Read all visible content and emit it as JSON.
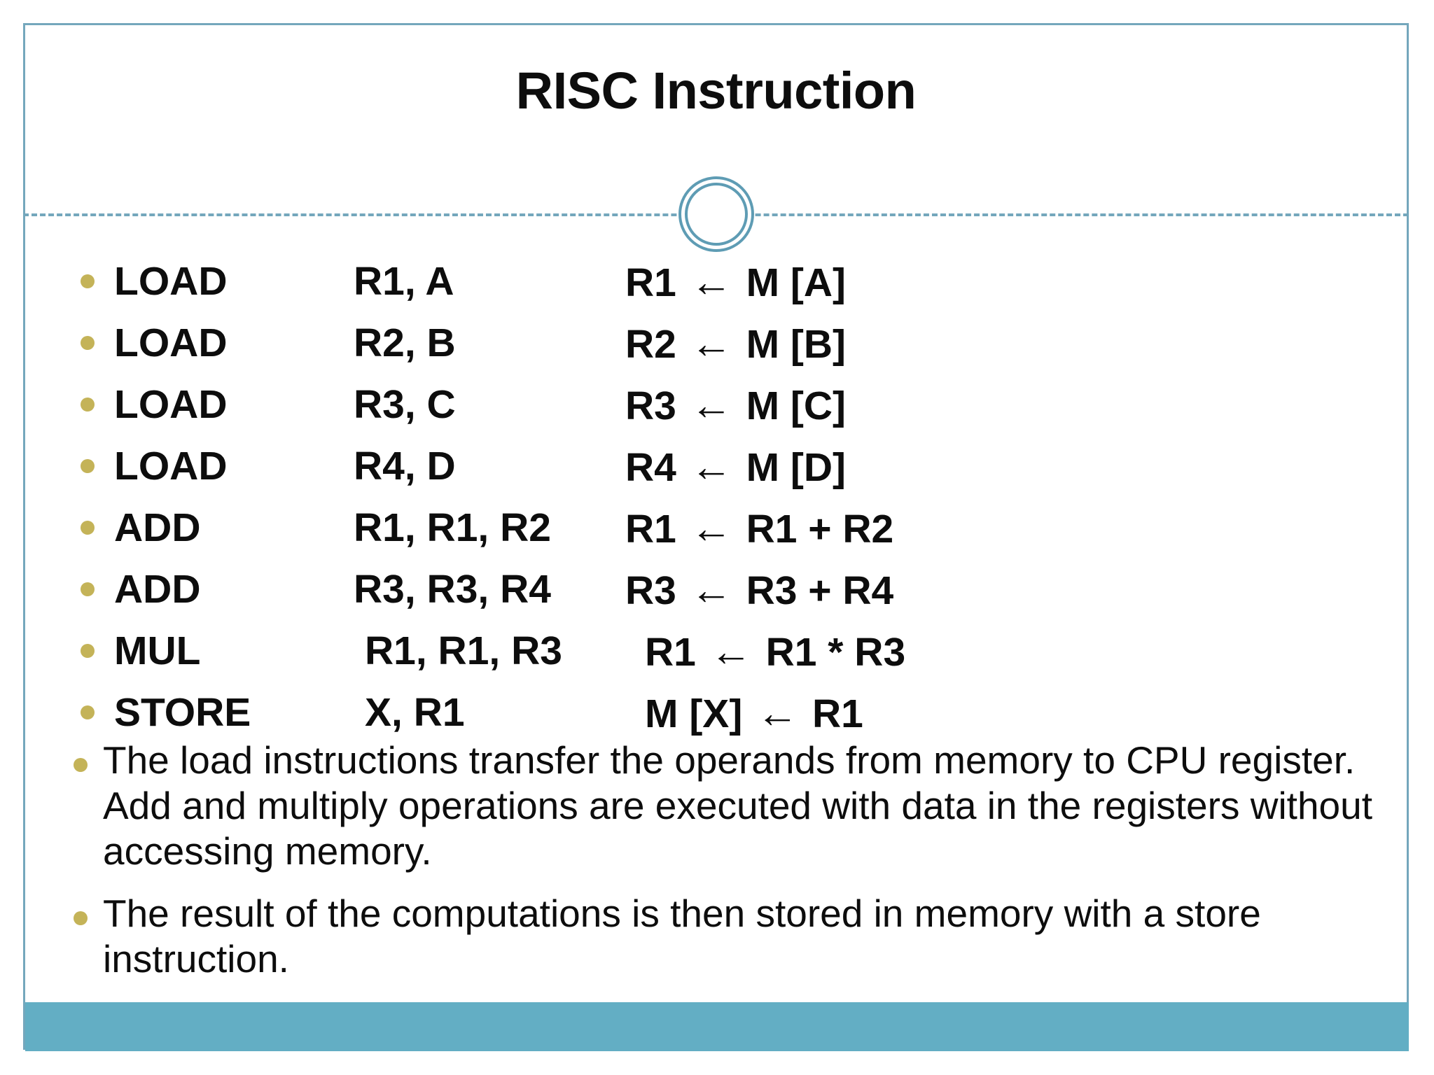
{
  "slide": {
    "title": "RISC Instruction",
    "accent_color": "#63AEC4",
    "border_color": "#74A7BC",
    "bullet_color": "#C4B358",
    "ring_color": "#5E9CB4",
    "background_color": "#FFFFFF",
    "text_color": "#0D0D0D"
  },
  "divider": {
    "shape": "double-ring-circle",
    "line_style": "dashed"
  },
  "instructions": [
    {
      "opcode": "LOAD",
      "operands": "R1, A",
      "rtl_dest": "R1",
      "arrow": "←",
      "rtl_src": "M [A]"
    },
    {
      "opcode": "LOAD",
      "operands": "R2, B",
      "rtl_dest": "R2",
      "arrow": "←",
      "rtl_src": "M [B]"
    },
    {
      "opcode": "LOAD",
      "operands": "R3, C",
      "rtl_dest": "R3",
      "arrow": "←",
      "rtl_src": "M [C]"
    },
    {
      "opcode": "LOAD",
      "operands": "R4, D",
      "rtl_dest": "R4",
      "arrow": "←",
      "rtl_src": "M [D]"
    },
    {
      "opcode": "ADD",
      "operands": "R1, R1, R2",
      "rtl_dest": "R1",
      "arrow": "←",
      "rtl_src": "R1 + R2"
    },
    {
      "opcode": "ADD",
      "operands": "R3, R3, R4",
      "rtl_dest": "R3",
      "arrow": "←",
      "rtl_src": "R3 + R4"
    },
    {
      "opcode": "MUL",
      "operands": "R1, R1, R3",
      "rtl_dest": "R1",
      "arrow": "←",
      "rtl_src": "R1 * R3"
    },
    {
      "opcode": "STORE",
      "operands": "X, R1",
      "rtl_dest": "M [X]",
      "arrow": "←",
      "rtl_src": "R1"
    }
  ],
  "notes": [
    "The load instructions transfer the operands from memory to CPU register. Add and multiply operations are executed with data in the registers without accessing  memory.",
    "The result of the computations is then stored in memory with a store instruction."
  ]
}
